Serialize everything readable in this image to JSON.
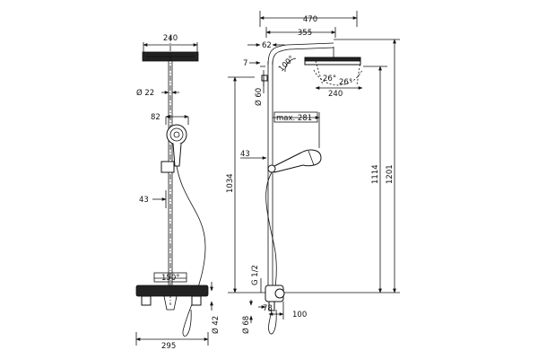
{
  "drawing": {
    "front_view": {
      "dims": {
        "head_width": "240",
        "rail_diameter": "Ø 22",
        "handshower_diameter": "82",
        "holder_offset": "43",
        "mixer_angle": "150°",
        "mixer_width": "295",
        "outlet_diameter": "Ø 42"
      }
    },
    "side_view": {
      "dims": {
        "total_projection": "470",
        "arm_projection": "355",
        "arm_offset": "62",
        "arm_step": "7",
        "rail_diameter": "Ø 60",
        "head_tilt": "100°",
        "tilt_angle_1": "26°",
        "tilt_angle_2": "26°",
        "head_width": "240",
        "max_reach": "max. 281",
        "holder_offset": "43",
        "rail_height": "1034",
        "head_height": "1114",
        "total_height": "1201",
        "connection_thread": "G 1/2",
        "inlet_diameter": "Ø 68",
        "inlet_depth": "78",
        "wall_offset": "100"
      }
    }
  }
}
